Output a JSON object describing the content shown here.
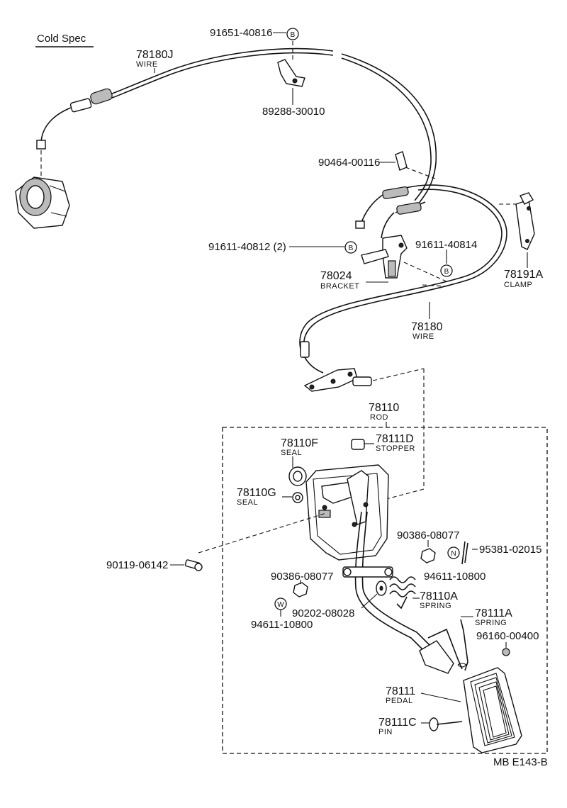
{
  "spec_label": "Cold Spec",
  "footer_code": "MB  E143-B",
  "parts": {
    "p78180J": {
      "num": "78180J",
      "name": "WIRE"
    },
    "p91651": {
      "num": "91651-40816",
      "badge": "B"
    },
    "p89288": {
      "num": "89288-30010"
    },
    "p90464": {
      "num": "90464-00116"
    },
    "p91611a": {
      "num": "91611-40812 (2)",
      "badge": "B"
    },
    "p91611b": {
      "num": "91611-40814",
      "badge": "B"
    },
    "p78024": {
      "num": "78024",
      "name": "BRACKET"
    },
    "p78191A": {
      "num": "78191A",
      "name": "CLAMP"
    },
    "p78180": {
      "num": "78180",
      "name": "WIRE"
    },
    "p78110": {
      "num": "78110",
      "name": "ROD"
    },
    "p78110F": {
      "num": "78110F",
      "name": "SEAL"
    },
    "p78111D": {
      "num": "78111D",
      "name": "STOPPER"
    },
    "p78110G": {
      "num": "78110G",
      "name": "SEAL"
    },
    "p90386a": {
      "num": "90386-08077"
    },
    "p95381": {
      "num": "95381-02015"
    },
    "p94611a": {
      "num": "94611-10800",
      "badge": "N"
    },
    "p90119": {
      "num": "90119-06142"
    },
    "p90386b": {
      "num": "90386-08077"
    },
    "p78110A": {
      "num": "78110A",
      "name": "SPRING"
    },
    "p90202": {
      "num": "90202-08028"
    },
    "p94611b": {
      "num": "94611-10800",
      "badge": "W"
    },
    "p78111A": {
      "num": "78111A",
      "name": "SPRING"
    },
    "p96160": {
      "num": "96160-00400"
    },
    "p78111": {
      "num": "78111",
      "name": "PEDAL"
    },
    "p78111C": {
      "num": "78111C",
      "name": "PIN"
    }
  }
}
